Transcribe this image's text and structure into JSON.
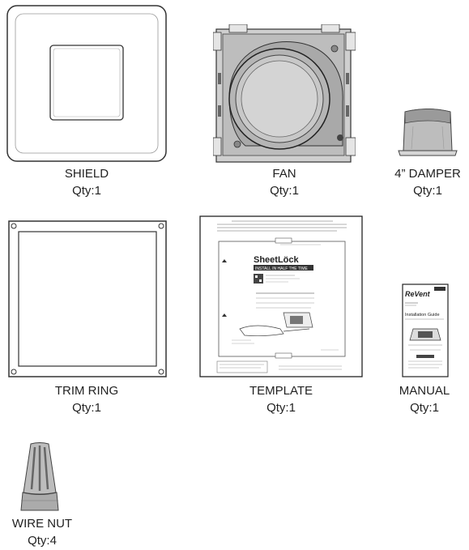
{
  "parts": [
    {
      "name": "SHIELD",
      "qty": "Qty:1"
    },
    {
      "name": "FAN",
      "qty": "Qty:1"
    },
    {
      "name": "4” DAMPER",
      "qty": "Qty:1"
    },
    {
      "name": "TRIM RING",
      "qty": "Qty:1"
    },
    {
      "name": "TEMPLATE",
      "qty": "Qty:1"
    },
    {
      "name": "MANUAL",
      "qty": "Qty:1"
    },
    {
      "name": "WIRE NUT",
      "qty": "Qty:4"
    }
  ],
  "template_sheet": {
    "brand": "SheetLöck",
    "tagline": "INSTALL IN HALF THE TIME"
  },
  "manual_cover": {
    "brand": "ReVent",
    "title": "Installation Guide"
  }
}
